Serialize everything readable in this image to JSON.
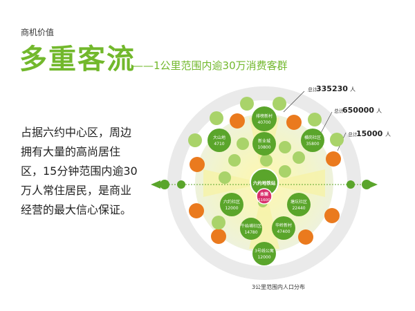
{
  "header": {
    "section_label": "商机价值"
  },
  "title": {
    "main": "多重客流",
    "subtitle": "——1公里范围内逾30万消费客群"
  },
  "body_text": "占据六约中心区，周边拥有大量的高尚居住区，15分钟范围内逾30万人常住居民，是商业经营的最大信心保证。",
  "diagram": {
    "caption": "3公里范围内人口分布",
    "center": {
      "name": "六约地铁站",
      "project": "本案",
      "project_value": "11600"
    },
    "stats": [
      {
        "prefix": "总计",
        "value": "335230",
        "unit": "人"
      },
      {
        "prefix": "总计",
        "value": "650000",
        "unit": "人"
      },
      {
        "prefix": "总计",
        "value": "15000",
        "unit": "人"
      }
    ],
    "communities": [
      {
        "name": "排榜新村",
        "value": "40700"
      },
      {
        "name": "大山地",
        "value": "4710"
      },
      {
        "name": "新业城",
        "value": "10800"
      },
      {
        "name": "横岗社区",
        "value": "35800"
      },
      {
        "name": "六约社区",
        "value": "12000"
      },
      {
        "name": "塘坑社区",
        "value": "22440"
      },
      {
        "name": "华岭新村",
        "value": "47400"
      },
      {
        "name": "牛始埔社区",
        "value": "14780"
      },
      {
        "name": "3号线公寓",
        "value": "12000"
      }
    ],
    "colors": {
      "green": "#5aa52b",
      "orange": "#ea7a1e",
      "light_green": "#a9d36a",
      "pink": "#d8306c"
    }
  }
}
